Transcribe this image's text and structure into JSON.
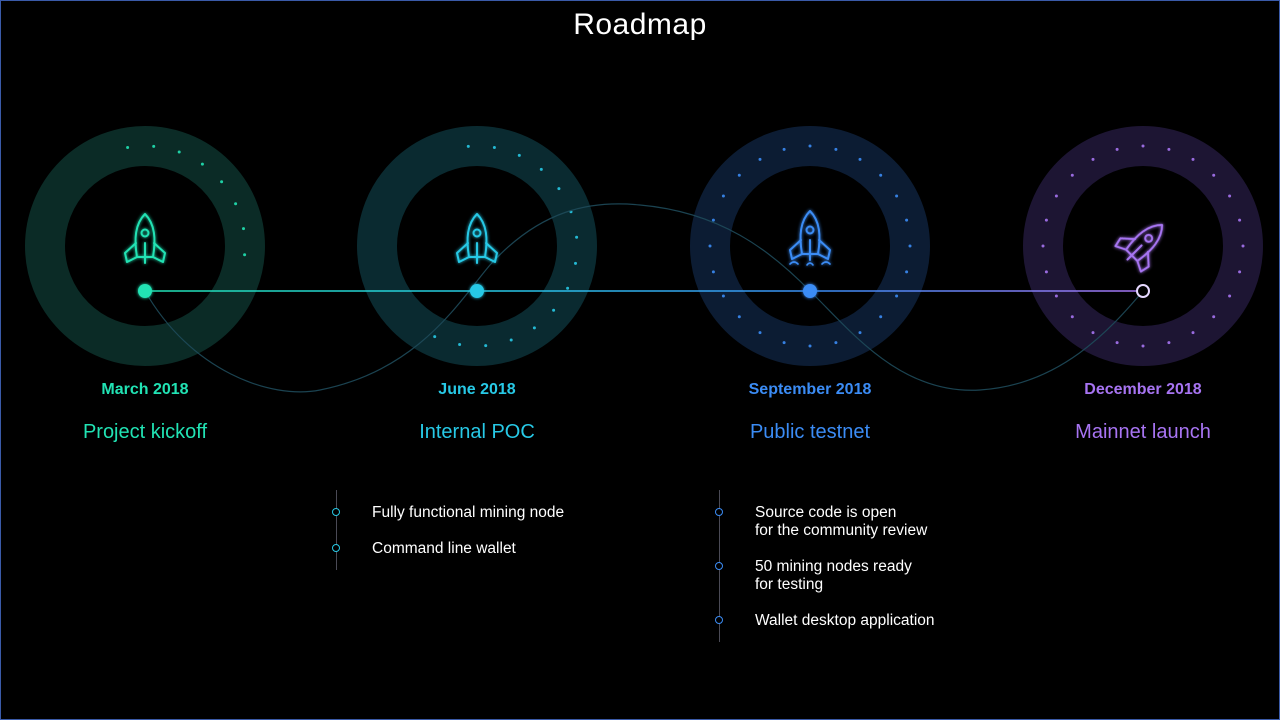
{
  "title": "Roadmap",
  "colors": {
    "background": "#000000",
    "milestones": [
      "#21e3b4",
      "#27c9e6",
      "#3b8cf5",
      "#a774f2"
    ]
  },
  "milestones": [
    {
      "date": "March 2018",
      "name": "Project kickoff",
      "icon": "rocket-icon"
    },
    {
      "date": "June 2018",
      "name": "Internal POC",
      "icon": "rocket-icon"
    },
    {
      "date": "September 2018",
      "name": "Public testnet",
      "icon": "rocket-launch-icon"
    },
    {
      "date": "December 2018",
      "name": "Mainnet launch",
      "icon": "rocket-flying-icon"
    }
  ],
  "details": [
    {
      "items": [
        "Fully functional mining node",
        "Command line wallet"
      ]
    },
    {
      "items": [
        "Source code is open\nfor the community review",
        "50 mining nodes ready\nfor testing",
        "Wallet desktop application"
      ]
    }
  ]
}
